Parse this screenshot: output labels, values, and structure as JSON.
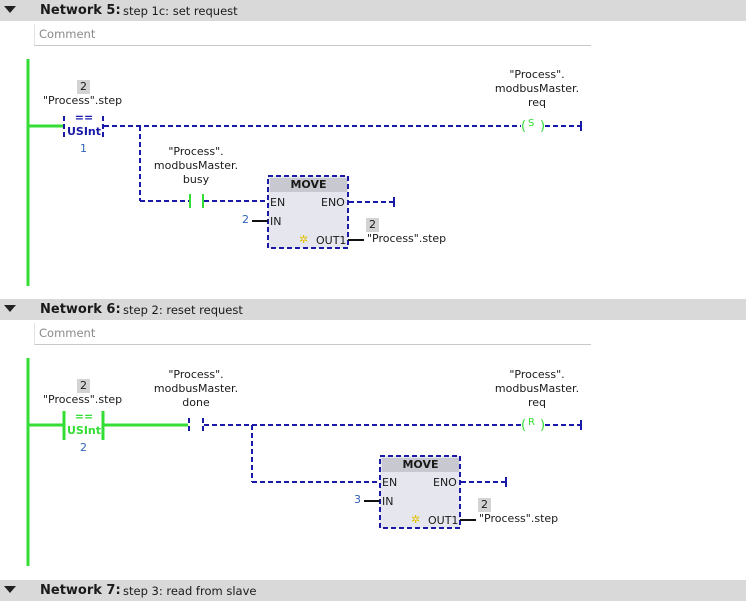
{
  "networks": [
    {
      "title": "Network 5:",
      "description": "step 1c: set request",
      "comment_placeholder": "Comment",
      "compare": {
        "operand_value": "2",
        "operand": "\"Process\".step",
        "operator": "==",
        "type": "USInt",
        "constant": "1",
        "state": "inactive"
      },
      "contact": {
        "label_lines": [
          "\"Process\".",
          "modbusMaster.",
          "busy"
        ],
        "type": "normally-open"
      },
      "coil": {
        "label_lines": [
          "\"Process\".",
          "modbusMaster.",
          "req"
        ],
        "symbol": "S",
        "type": "set"
      },
      "move_box": {
        "title": "MOVE",
        "pin_en": "EN",
        "pin_eno": "ENO",
        "pin_in": "IN",
        "pin_out": "OUT1",
        "in_value": "2",
        "out_value": "2",
        "out_operand": "\"Process\".step"
      }
    },
    {
      "title": "Network 6:",
      "description": "step 2: reset request",
      "comment_placeholder": "Comment",
      "compare": {
        "operand_value": "2",
        "operand": "\"Process\".step",
        "operator": "==",
        "type": "USInt",
        "constant": "2",
        "state": "active"
      },
      "contact": {
        "label_lines": [
          "\"Process\".",
          "modbusMaster.",
          "done"
        ],
        "type": "normally-open"
      },
      "coil": {
        "label_lines": [
          "\"Process\".",
          "modbusMaster.",
          "req"
        ],
        "symbol": "R",
        "type": "reset"
      },
      "move_box": {
        "title": "MOVE",
        "pin_en": "EN",
        "pin_eno": "ENO",
        "pin_in": "IN",
        "pin_out": "OUT1",
        "in_value": "3",
        "out_value": "2",
        "out_operand": "\"Process\".step"
      }
    },
    {
      "title": "Network 7:",
      "description": "step 3: read from slave"
    }
  ],
  "colors": {
    "power_flow": "#33dd33",
    "no_power": "#1a1aa8",
    "value_blue": "#2f62b8",
    "header_bg": "#d9d9d9"
  }
}
